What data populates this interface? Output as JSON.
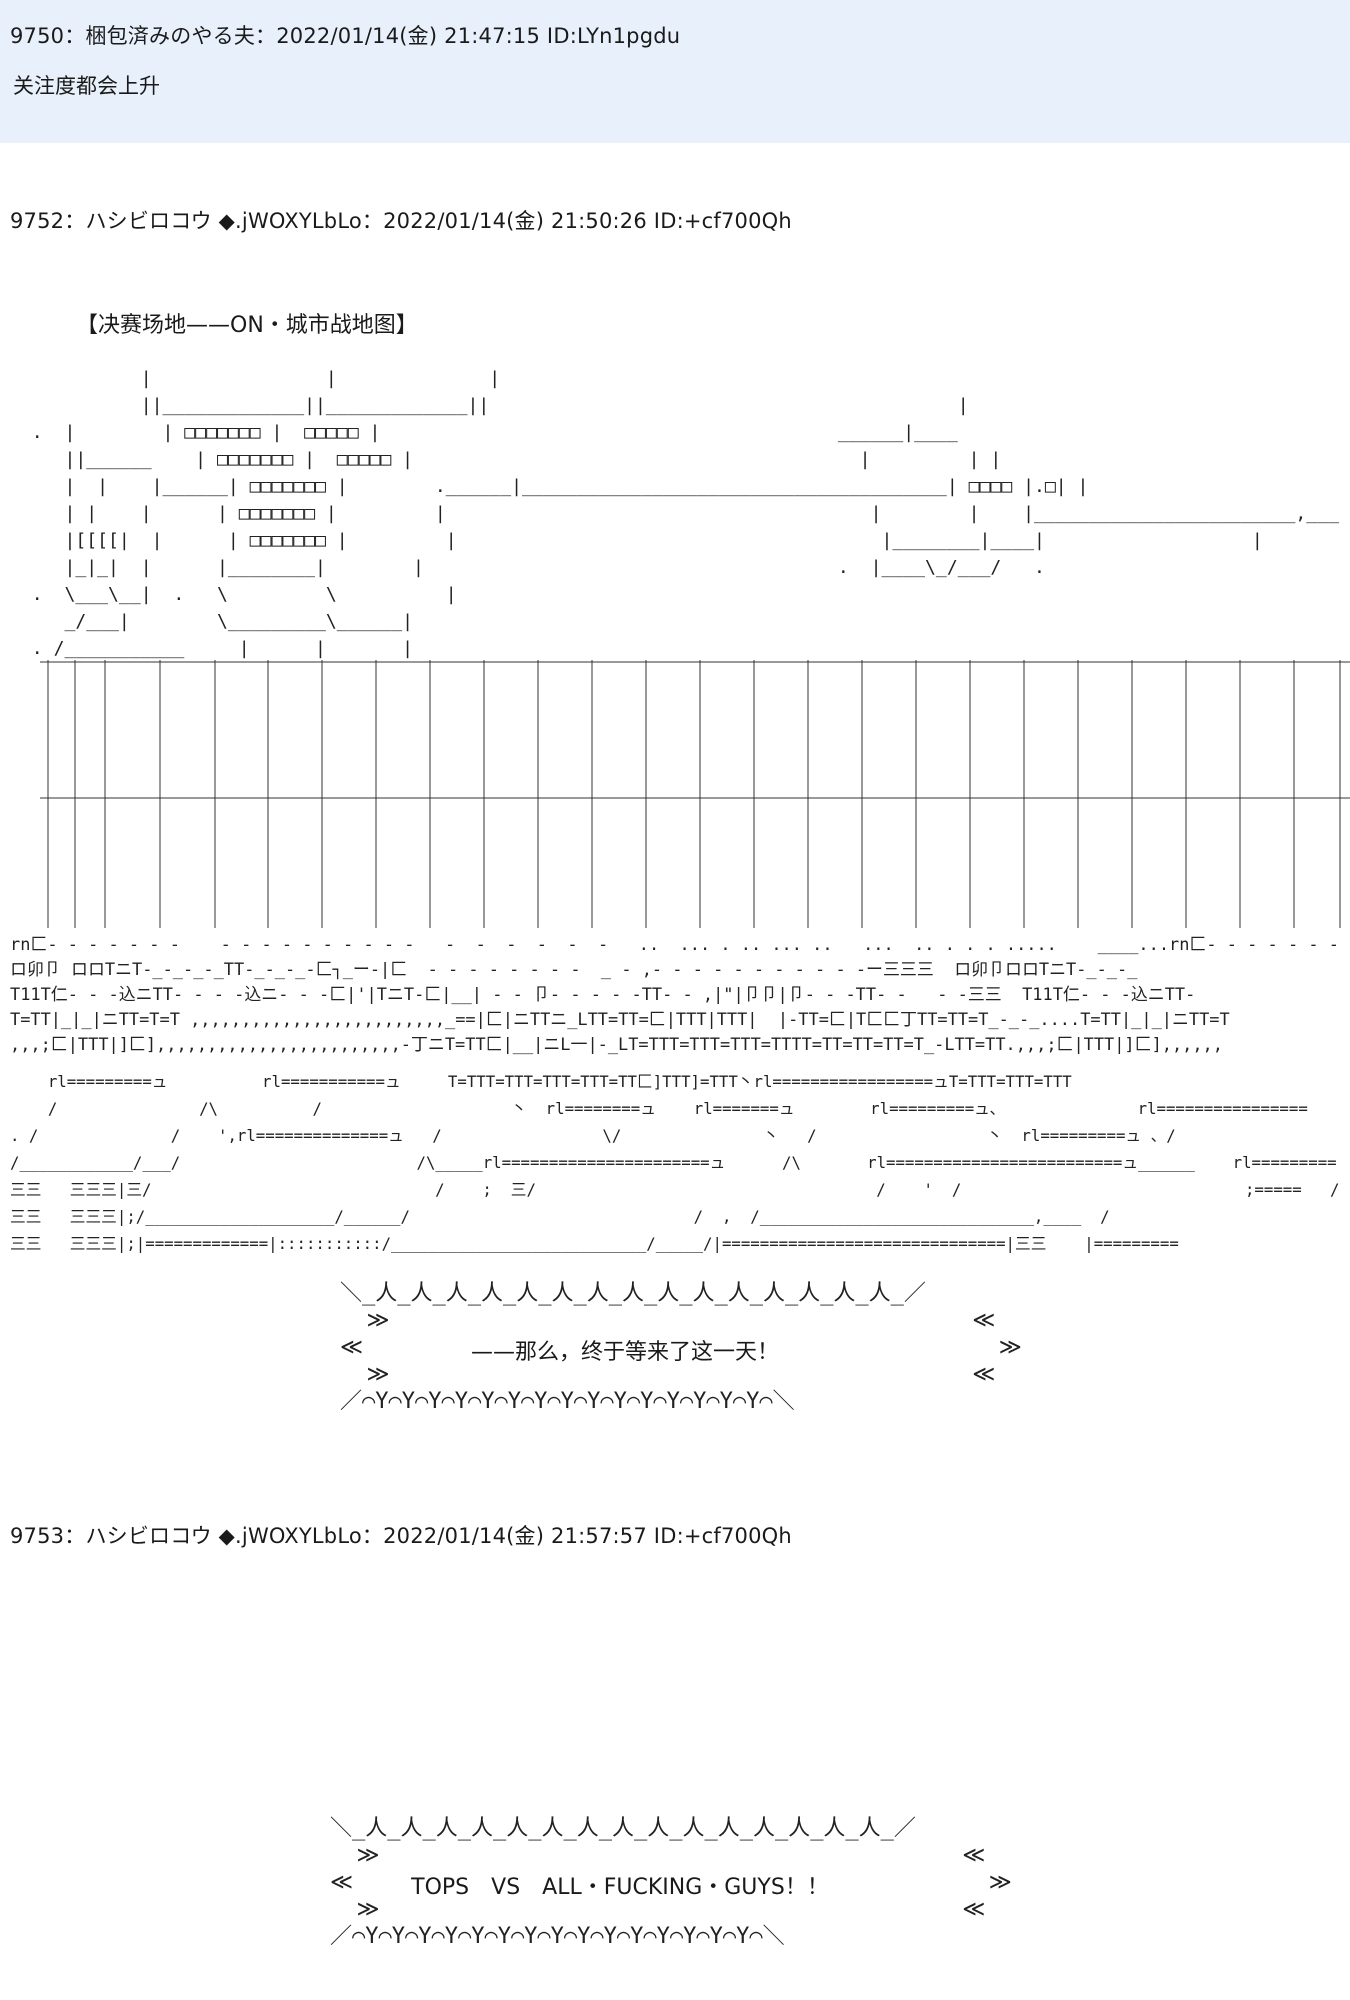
{
  "posts": [
    {
      "header": "9750：梱包済みのやる夫：2022/01/14(金) 21:47:15 ID:LYn1pgdu",
      "body": "关注度都会上升"
    },
    {
      "header": "9752：ハシビロコウ ◆.jWOXYLbLo：2022/01/14(金) 21:50:26 ID:+cf700Qh",
      "map_title": "【决赛场地——ON・城市战地图】",
      "speech": "——那么，终于等来了这一天！"
    },
    {
      "header": "9753：ハシビロコウ ◆.jWOXYLbLo：2022/01/14(金) 21:57:57 ID:+cf700Qh",
      "speech": "TOPS　VS　ALL・FUCKING・GUYS！！"
    }
  ],
  "ascii_art": {
    "city_upper": "            |                |              |\n            ||_____________||_____________||                                           |\n  .  |        | □□□□□□□ |  □□□□□ |                                          ______|____\n     ||______    | □□□□□□□ |  □□□□□ |                                         |         | |\n     |  |    |______| □□□□□□□ |        .______|_______________________________________| □□□□ |.□| |\n     | |    |      | □□□□□□□ |         |                                       |        |    |________________________,___\n     |[[[[|  |      | □□□□□□□ |         |                                       |________|____|                   |\n     |_|_|  |      |________|        |                                      .  |____\\_/___/   .\n  .  \\___\\__|  .   \\         \\          |\n     _/___|        \\_________\\______|\n  . /___________     |      |       |",
    "city_grid": "|   |   |   |   |   |   |   |   |   |   |   |   |   |   |   |   |   |   |   |   |   |   |   |   |   |\n",
    "road": "rn匚- - - - - - -    - - - - - - - - - -   -  -  -  -  -  -   ..  ... . .. ... ..   ...  .. . . . .....    ____...rn匚- - - - - - -\nロ卯卩 ロロTニT-_-_-_-_TT-_-_-_-匚┐_ー-|匚  - - - - - - - -  _ - ,- - - - - - - - - - -ー三三三  ロ卯卩ロロTニT-_-_-_\nT11T仁- - -込ニTT- - - -込ニ- - -匚|'|TニT-匚|__| - - 卩- - - - -TT- - ,|\"|卩卩|卩- - -TT- -   - -三三  T11T仁- - -込ニTT-\nT=TT|_|_|ニTT=T=T ,,,,,,,,,,,,,,,,,,,,,,,,,_==|匚|ニTTニ_LTT=TT=匚|TTT|TTT|  |-TT=匚|T匚匚丁TT=TT=T_-_-_....T=TT|_|_|ニTT=T\n,,,;匚|TTT|]匚],,,,,,,,,,,,,,,,,,,,,,,,-丁ニT=TT匚|__|ニL一|-_LT=TTT=TTT=TTT=TTTT=TT=TT=TT=T_-LTT=TT.,,,;匚|TTT|]匚],,,,,,",
    "ramps": "    rl=========ュ          rl===========ュ     T=TTT=TTT=TTT=TTT=TT匚]TTT]=TTT丶rl=================ュT=TTT=TTT=TTT\n    /               /\\          /                    丶  rl========ュ    rl=======ュ        rl=========ュ、              rl================\n. /              /    ',rl==============ュ   /                 \\/               丶   /                  丶  rl=========ュ 、/\n/____________/___/                         /\\_____rl======================ュ      /\\       rl=========================ュ______    rl=========\n三三   三三三|三/                              /    ;  三/                                    /    '  /                              ;=====   /\n三三   三三三|;/____________________/______/                              /  ,  /_____________________________,____  /\n三三   三三三|;|=============|:::::::::::/___________________________/_____/|==============================|三三    |=========",
    "bubble1_top": "＼_人_人_人_人_人_人_人_人_人_人_人_人_人_人_人_／",
    "bubble1_l1": "  ≫                                            ≪",
    "bubble1_l2": "≪                                                ≫",
    "bubble1_l3": "  ≫                                            ≪",
    "bubble1_bot": "／⌒Y⌒Y⌒Y⌒Y⌒Y⌒Y⌒Y⌒Y⌒Y⌒Y⌒Y⌒Y⌒Y⌒Y⌒Y⌒＼",
    "bubble2_top": "＼_人_人_人_人_人_人_人_人_人_人_人_人_人_人_人_／",
    "bubble2_l1": "  ≫                                            ≪",
    "bubble2_l2": "≪                                                ≫",
    "bubble2_l3": "  ≫                                            ≪",
    "bubble2_bot": "／⌒Y⌒Y⌒Y⌒Y⌒Y⌒Y⌒Y⌒Y⌒Y⌒Y⌒Y⌒Y⌒Y⌒Y⌒Y⌒＼"
  }
}
